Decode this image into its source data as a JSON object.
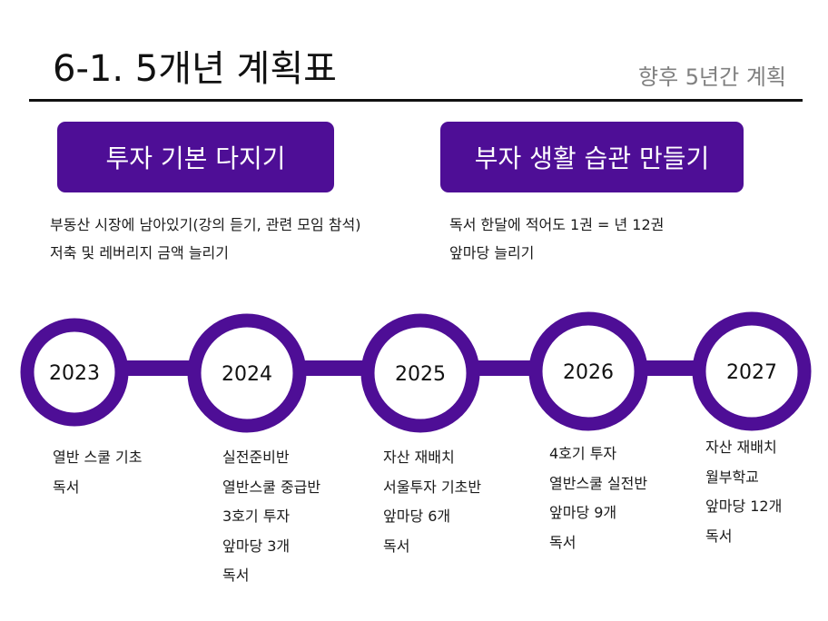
{
  "header": {
    "title": "6-1. 5개년 계획표",
    "subtitle": "향후 5년간 계획"
  },
  "goals": [
    {
      "label": "투자 기본 다지기",
      "lines": [
        "부동산 시장에 남아있기(강의 듣기, 관련 모임 참석)",
        "저축 및 레버리지 금액 늘리기"
      ]
    },
    {
      "label": "부자 생활 습관 만들기",
      "lines": [
        "독서 한달에 적어도 1권 = 년 12권",
        "앞마당 늘리기"
      ]
    }
  ],
  "timeline": [
    {
      "year": "2023",
      "items": [
        "열반 스쿨 기초",
        "독서"
      ]
    },
    {
      "year": "2024",
      "items": [
        "실전준비반",
        "열반스쿨 중급반",
        "3호기 투자",
        "앞마당 3개",
        "독서"
      ]
    },
    {
      "year": "2025",
      "items": [
        "자산 재배치",
        "서울투자 기초반",
        "앞마당 6개",
        "독서"
      ]
    },
    {
      "year": "2026",
      "items": [
        "4호기 투자",
        "열반스쿨 실전반",
        "앞마당 9개",
        "독서"
      ]
    },
    {
      "year": "2027",
      "items": [
        "자산 재배치",
        "월부학교",
        "앞마당 12개",
        "독서"
      ]
    }
  ],
  "colors": {
    "accent": "#4e0e96",
    "title": "#111111",
    "subtitle": "#808080"
  }
}
